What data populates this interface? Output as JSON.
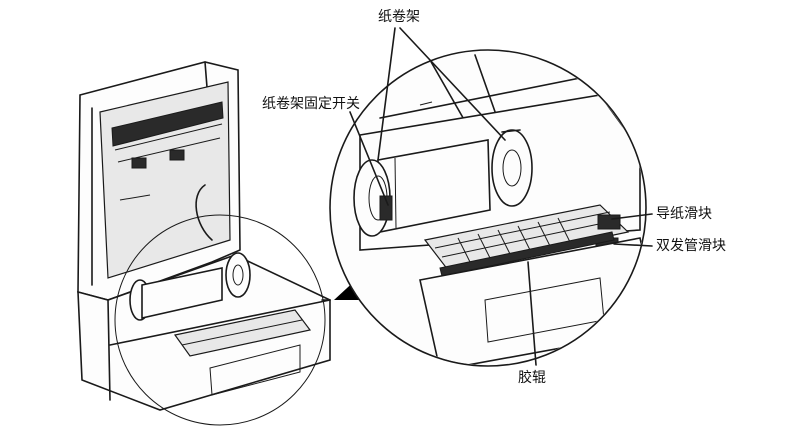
{
  "labels": {
    "paper_holder": "纸卷架",
    "paper_holder_lock": "纸卷架固定开关",
    "paper_guide_slider": "导纸滑块",
    "double_tube_slider": "双发管滑块",
    "rubber_roller": "胶辊"
  },
  "colors": {
    "line": "#1a1a1a",
    "fill": "#ffffff",
    "arrow": "#000000"
  }
}
